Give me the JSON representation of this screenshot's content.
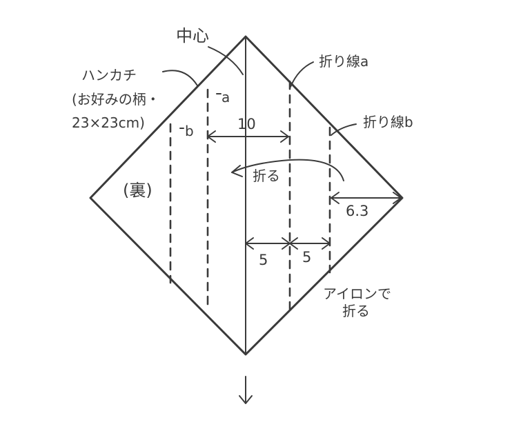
{
  "labels": {
    "center": "中心",
    "handkerchief_line1": "ハンカチ",
    "handkerchief_line2": "(お好みの柄・",
    "handkerchief_line3": "23×23cm)",
    "back_side": "(裏)",
    "fold_line_a": "折り線a",
    "fold_line_b": "折り線b",
    "marker_a": "a",
    "marker_b": "b",
    "fold_action": "折る",
    "iron_line1": "アイロンで",
    "iron_line2": "折る"
  },
  "dimensions": {
    "center_to_a": "10",
    "tip_to_b": "6.3",
    "center_to_line_a": "5",
    "line_a_to_line_b": "5"
  },
  "colors": {
    "ink": "#3a3a3a",
    "background": "#ffffff"
  }
}
